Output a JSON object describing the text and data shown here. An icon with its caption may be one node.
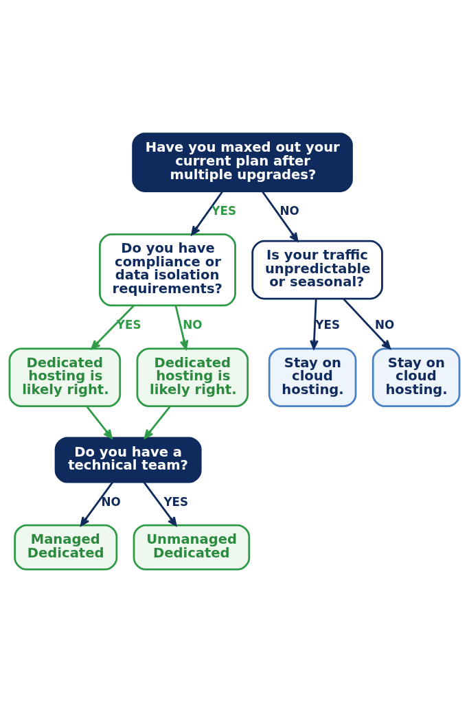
{
  "diagram": {
    "nodes": [
      {
        "text": [
          "Have you maxed out your current plan after multiple upgrades?"
        ]
      },
      {
        "text": [
          "Do you have compliance or data isolation requirements?"
        ]
      },
      {
        "text": [
          "Is your traffic unpredictable or seasonal?"
        ]
      },
      {
        "text": [
          "Dedicated hosting is likely right."
        ]
      },
      {
        "text": [
          "Dedicated hosting is likely right."
        ]
      },
      {
        "text": [
          "Stay on cloud hosting."
        ]
      },
      {
        "text": [
          "Stay on cloud hosting."
        ]
      },
      {
        "text": [
          "Do you have a technical team?"
        ]
      },
      {
        "text": [
          "Managed Dedicated"
        ]
      },
      {
        "text": [
          "Unmanaged Dedicated"
        ]
      }
    ],
    "edges": [
      {
        "from": 0,
        "to": 1,
        "arrow": "to",
        "label": "YES"
      },
      {
        "from": 0,
        "to": 2,
        "arrow": "to",
        "label": "NO"
      },
      {
        "from": 1,
        "to": 3,
        "arrow": "to",
        "label": "YES",
        "color": "#2f9a47"
      },
      {
        "from": 1,
        "to": 4,
        "arrow": "to",
        "label": "NO",
        "color": "#2f9a47"
      },
      {
        "from": 2,
        "to": 5,
        "arrow": "to",
        "label": "YES"
      },
      {
        "from": 2,
        "to": 6,
        "arrow": "to",
        "label": "NO"
      },
      {
        "from": 3,
        "to": 7,
        "arrow": "to",
        "color": "#2f9a47"
      },
      {
        "from": 4,
        "to": 7,
        "arrow": "to",
        "color": "#2f9a47"
      },
      {
        "from": 7,
        "to": 8,
        "arrow": "to",
        "label": "NO"
      },
      {
        "from": 7,
        "to": 9,
        "arrow": "to",
        "label": "YES"
      }
    ]
  }
}
